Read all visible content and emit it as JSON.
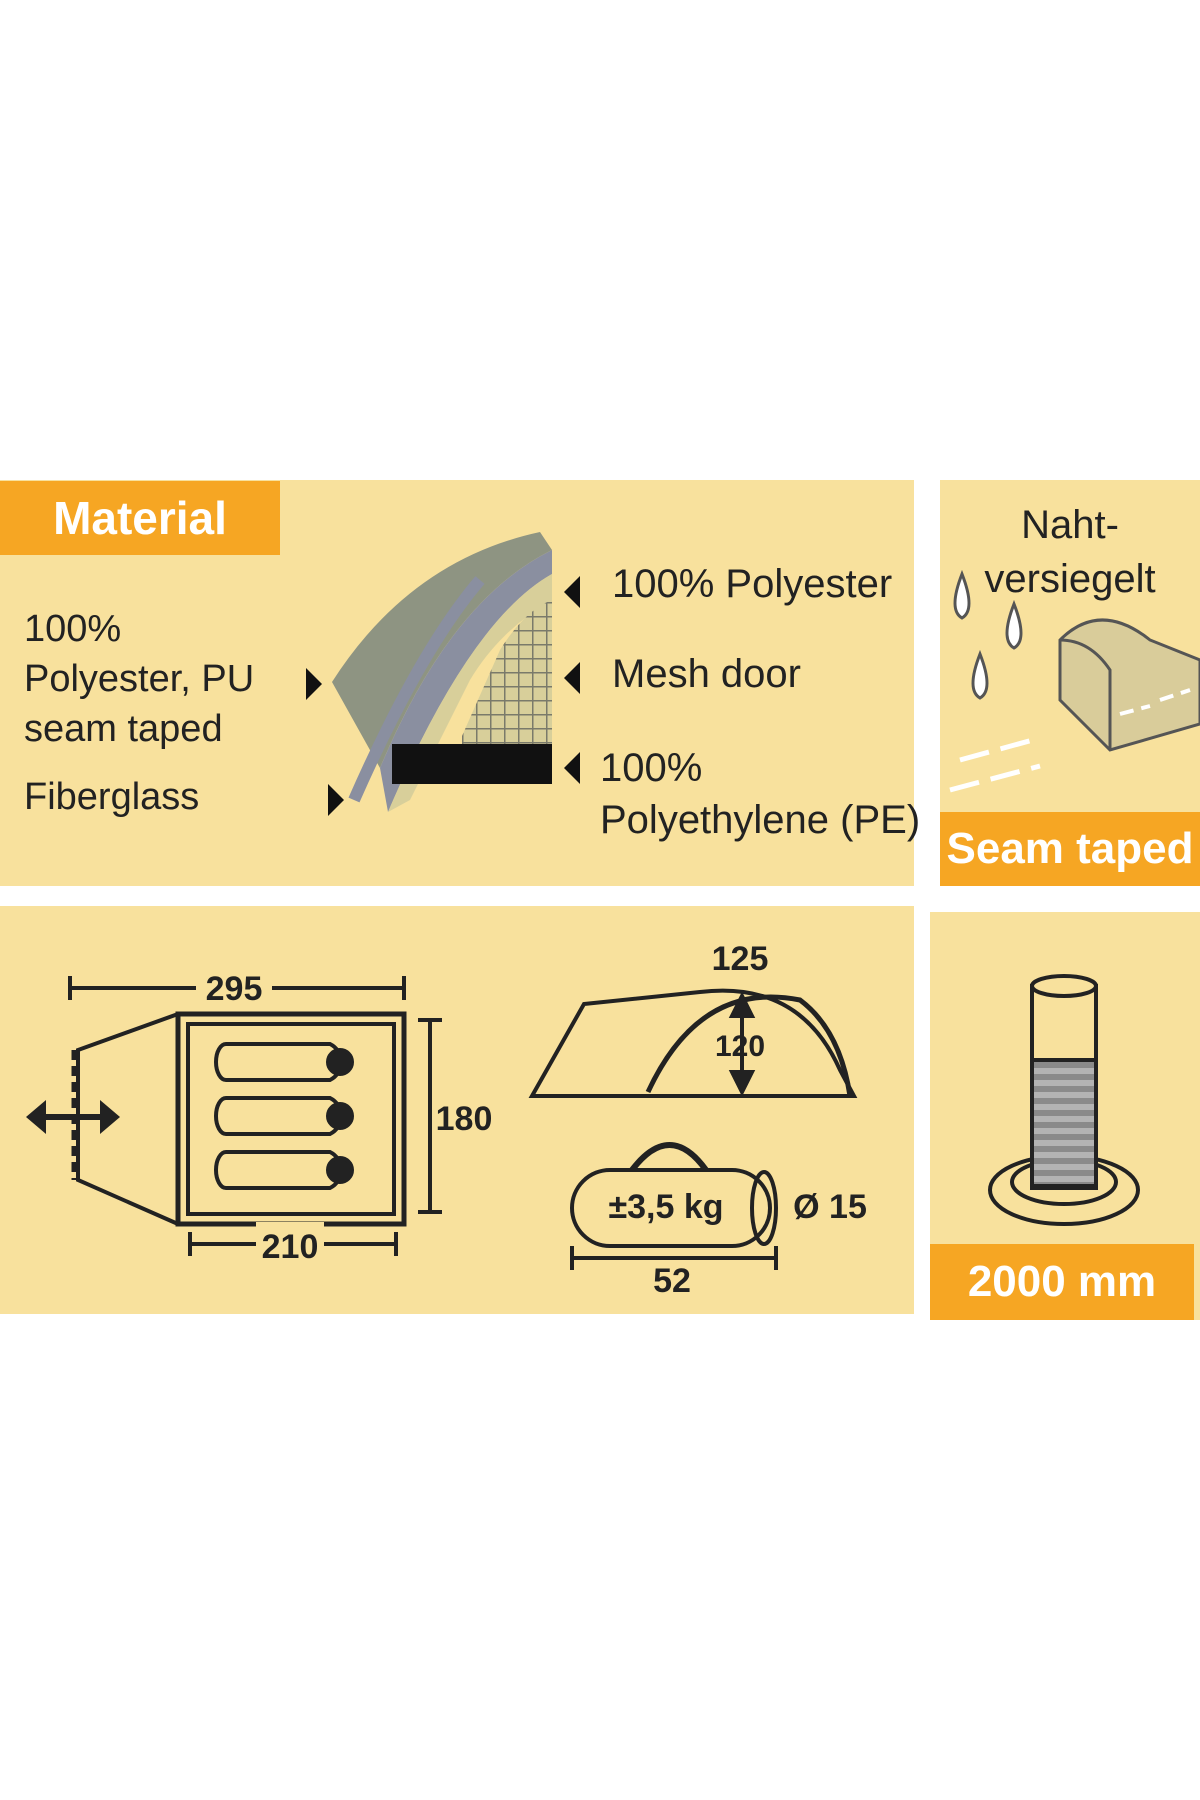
{
  "material": {
    "heading": "Material",
    "left_labels": [
      "100%",
      "Polyester, PU",
      "seam taped"
    ],
    "fiberglass": "Fiberglass",
    "right_labels": {
      "polyester": "100% Polyester",
      "mesh": "Mesh door",
      "pe_line1": "100%",
      "pe_line2": "Polyethylene (PE)"
    }
  },
  "seam": {
    "line1": "Naht-",
    "line2": "versiegelt",
    "tag": "Seam taped"
  },
  "dimensions": {
    "length": "295",
    "width": "180",
    "inner_length": "210",
    "height_outer": "125",
    "height_inner": "120",
    "weight": "±3,5 kg",
    "diameter": "Ø 15",
    "pack_length": "52"
  },
  "water_column": {
    "tag": "2000 mm"
  },
  "colors": {
    "panel": "#f8e19d",
    "accent": "#f6a623",
    "ink": "#222222"
  }
}
